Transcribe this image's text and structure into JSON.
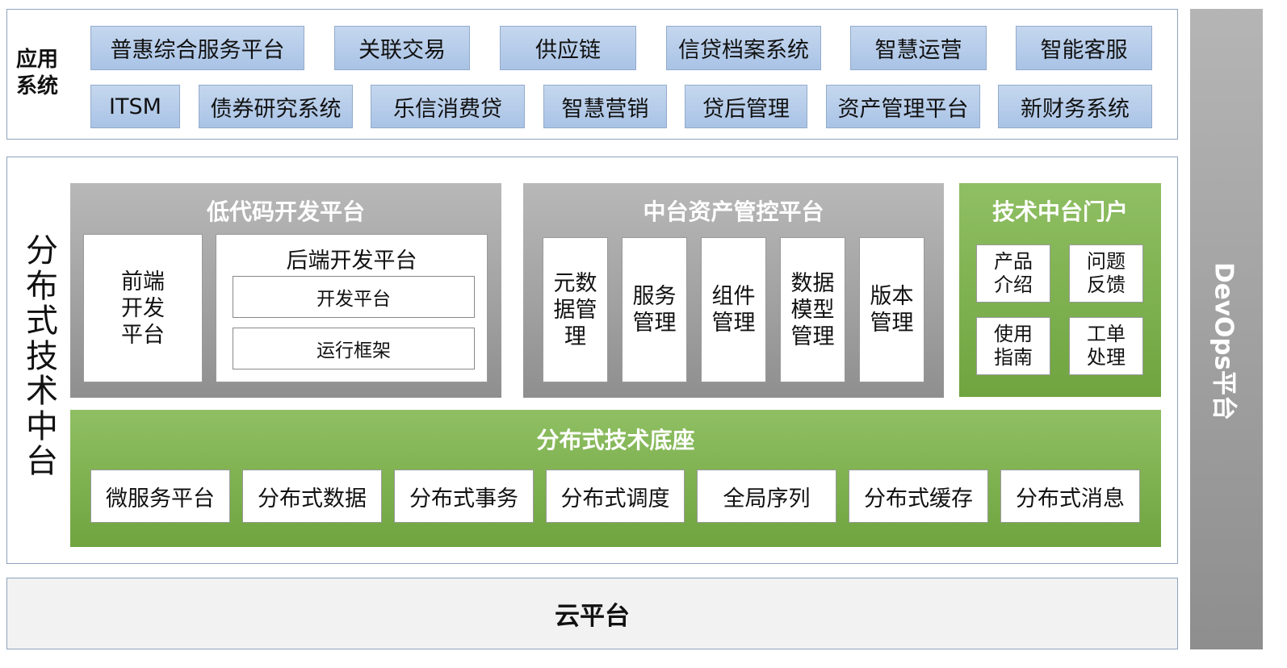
{
  "app_layer": {
    "title": "应用\n系统",
    "row1": [
      "普惠综合服务平台",
      "关联交易",
      "供应链",
      "信贷档案系统",
      "智慧运营",
      "智能客服"
    ],
    "row2": [
      "ITSM",
      "债券研究系统",
      "乐信消费贷",
      "智慧营销",
      "贷后管理",
      "资产管理平台",
      "新财务系统"
    ]
  },
  "middle_layer": {
    "title": "分\n布\n式\n技\n术\n中\n台",
    "lowcode": {
      "title": "低代码开发平台",
      "frontend": "前端\n开发\n平台",
      "backend_title": "后端开发平台",
      "backend_items": [
        "开发平台",
        "运行框架"
      ]
    },
    "asset": {
      "title": "中台资产管控平台",
      "items": [
        "元数\n据管\n理",
        "服务\n管理",
        "组件\n管理",
        "数据\n模型\n管理",
        "版本\n管理"
      ]
    },
    "portal": {
      "title": "技术中台门户",
      "items": [
        "产品\n介绍",
        "问题\n反馈",
        "使用\n指南",
        "工单\n处理"
      ]
    },
    "base": {
      "title": "分布式技术底座",
      "items": [
        "微服务平台",
        "分布式数据",
        "分布式事务",
        "分布式调度",
        "全局序列",
        "分布式缓存",
        "分布式消息"
      ]
    }
  },
  "cloud_layer": {
    "title": "云平台"
  },
  "devops": {
    "title": "DevOps平台"
  },
  "colors": {
    "app_box": "#b3cae9",
    "gray_panel": "#a6a6a6",
    "green_panel": "#7fb151",
    "border": "#8ea3bd"
  }
}
